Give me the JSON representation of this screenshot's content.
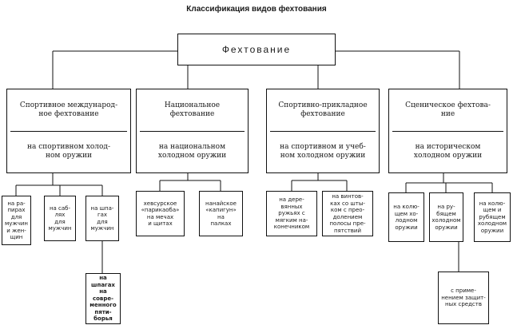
{
  "title": "Классификация видов фехтования",
  "root": "Фехтование",
  "categories": [
    {
      "top": "Спортивное международ-\nное фехтование",
      "bottom": "на спортивном холод-\nном оружии"
    },
    {
      "top": "Национальное\nфехтование",
      "bottom": "на национальном\nхолодном оружии"
    },
    {
      "top": "Спортивно-прикладное\nфехтование",
      "bottom": "на спортивном и учеб-\nном холодном оружии"
    },
    {
      "top": "Сценическое фехтова-\nние",
      "bottom": "на историческом\nхолодном оружии"
    }
  ],
  "leaves": [
    "на ра-\nпирах\nдля\nмужчин\nи жен-\nщин",
    "на саб-\nлях\nдля\nмужчин",
    "на шпа-\nгах\nдля\nмужчин",
    "хевсурское\n«парикаоба»\nна мечах\nи щитах",
    "нанайское\n«капигун»\nна\nпалках",
    "на дере-\nвянных\nружьях с\nмягким на-\nконечником",
    "на винтов-\nках со шты-\nком с прео-\nдолением\nполосы пре-\nпятствий",
    "на колю-\nщем хо-\nлодном\nоружии",
    "на ру-\nбящем\nхолодном\nоружии",
    "на колю-\nщем и\nрубящем\nхолодном\nоружии"
  ],
  "subleaves": [
    "на шпагах на\nсовре-\nменного\nпяти-\nборья",
    "с приме-\nнением защит-\nных средств"
  ]
}
